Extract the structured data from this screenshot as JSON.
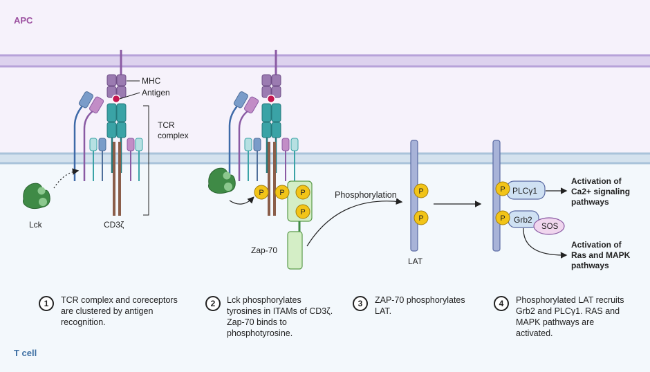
{
  "regions": {
    "top": "APC",
    "bottom": "T cell"
  },
  "labels": {
    "mhc": "MHC",
    "antigen": "Antigen",
    "tcr_complex_line1": "TCR",
    "tcr_complex_line2": "complex",
    "lck": "Lck",
    "cd3z": "CD3ζ",
    "zap70": "Zap-70",
    "phosphorylation": "Phosphorylation",
    "lat": "LAT",
    "plcg1": "PLCγ1",
    "grb2": "Grb2",
    "sos": "SOS",
    "p": "P"
  },
  "outcomes": {
    "ca_line1": "Activation of",
    "ca_line2": "Ca2+ signaling",
    "ca_line3": "pathways",
    "ras_line1": "Activation of",
    "ras_line2": "Ras and MAPK",
    "ras_line3": "pathways"
  },
  "steps": [
    {
      "num": "1",
      "text": "TCR complex and coreceptors are clustered by antigen recognition."
    },
    {
      "num": "2",
      "text": "Lck phosphorylates tyrosines in ITAMs of CD3ζ. Zap-70 binds to phosphotyrosine."
    },
    {
      "num": "3",
      "text": "ZAP-70 phosphorylates LAT."
    },
    {
      "num": "4",
      "text": "Phosphorylated LAT recruits Grb2 and PLCγ1. RAS and MAPK pathways are activated."
    }
  ],
  "colors": {
    "apc_bg": "#f6f2fb",
    "tcell_bg": "#f3f8fc",
    "apc_label": "#9b4f9f",
    "tcell_label": "#3d6fa3",
    "membrane_apc": "#c9b8e3",
    "membrane_tcell": "#bcd1e3",
    "mhc": "#9b7bb1",
    "tcr_teal": "#3aa3a6",
    "cd3z_brown": "#8b5e4a",
    "lck_green": "#3f8a46",
    "zap_green": "#d4eec6",
    "p_yellow": "#f2c418",
    "lat_blue": "#a8b3d8",
    "plcg_blue": "#cfe1f3",
    "sos_pink": "#f0d6ee"
  }
}
